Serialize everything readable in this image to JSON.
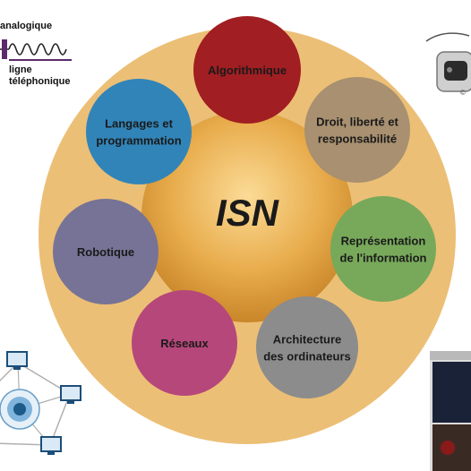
{
  "center": {
    "title": "ISN"
  },
  "petals": [
    {
      "id": "algorithmique",
      "lines": [
        "Algorithmique"
      ],
      "color": "#a11e22"
    },
    {
      "id": "droit",
      "lines": [
        "Droit, liberté et",
        "responsabilité"
      ],
      "color": "#a89070"
    },
    {
      "id": "representation",
      "lines": [
        "Représentation",
        "de l'information"
      ],
      "color": "#78a95a"
    },
    {
      "id": "architecture",
      "lines": [
        "Architecture",
        "des ordinateurs"
      ],
      "color": "#8c8c8c"
    },
    {
      "id": "reseaux",
      "lines": [
        "Réseaux"
      ],
      "color": "#b6477a"
    },
    {
      "id": "robotique",
      "lines": [
        "Robotique"
      ],
      "color": "#777396"
    },
    {
      "id": "langages",
      "lines": [
        "Langages et",
        "programmation"
      ],
      "color": "#3184b8"
    }
  ],
  "corner_images": {
    "top_left": {
      "signal_label": "analogique",
      "line_label_1": "ligne",
      "line_label_2": "téléphonique"
    },
    "top_right": {
      "logo_text": "©"
    }
  },
  "colors": {
    "outer_ring": "#ecbf76",
    "hub": "#d89a3a",
    "hub_light": "#f4cf84"
  }
}
